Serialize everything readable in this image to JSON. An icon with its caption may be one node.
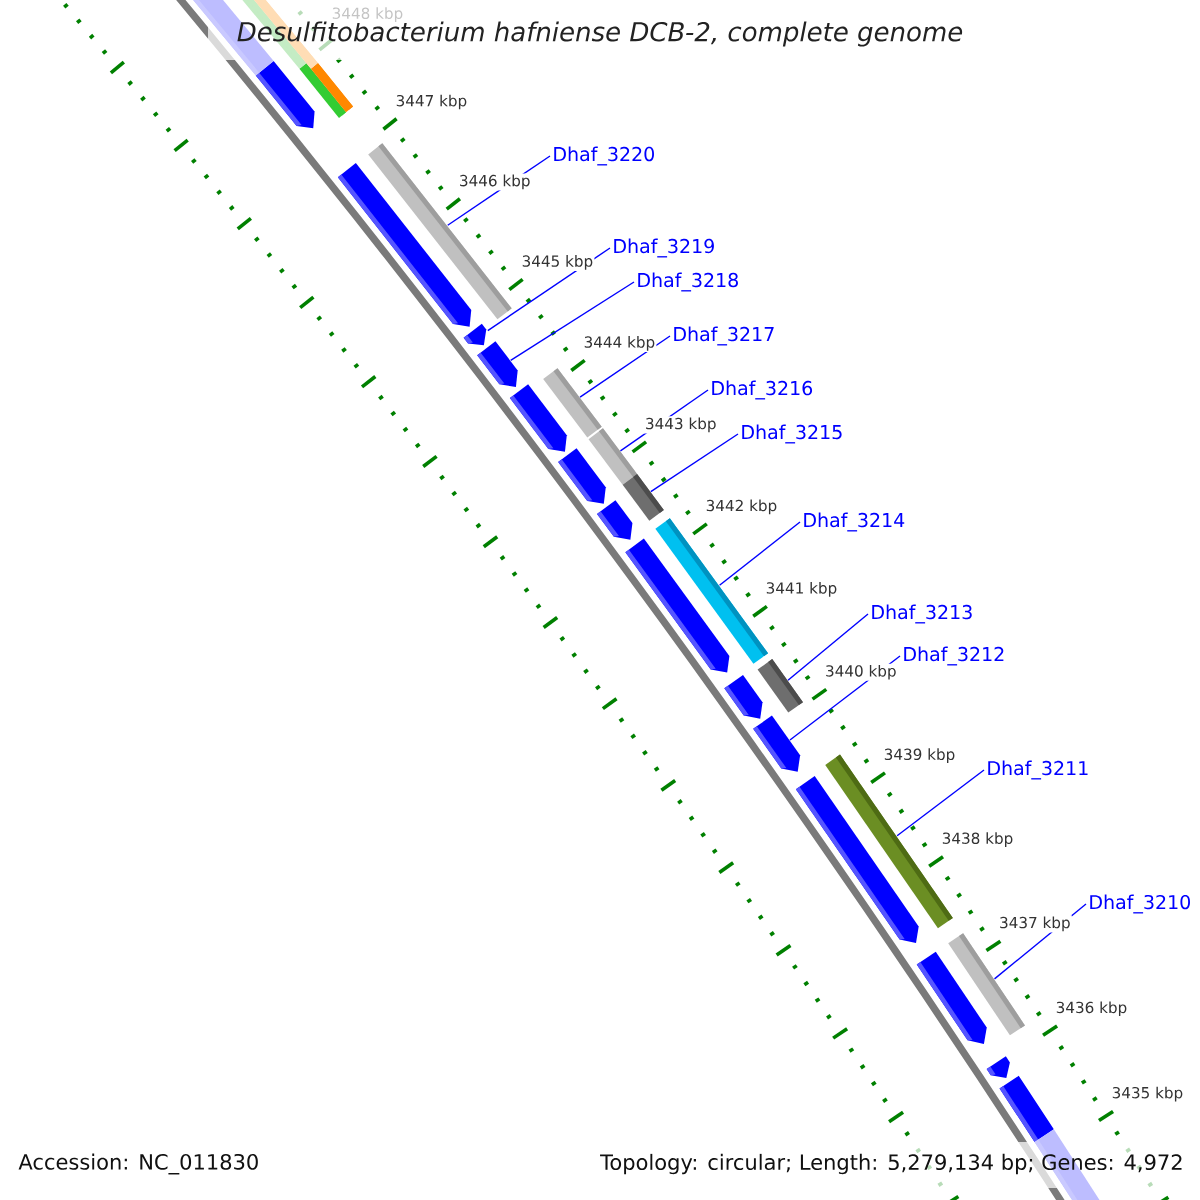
{
  "diagram": {
    "title": "*Desulfitobacterium hafniense* DCB-2, complete genome",
    "nodes": [
      {
        "text": [
          "Dhaf_3220"
        ]
      },
      {
        "text": [
          "Dhaf_3219"
        ]
      },
      {
        "text": [
          "Dhaf_3218"
        ]
      },
      {
        "text": [
          "Dhaf_3217"
        ]
      },
      {
        "text": [
          "Dhaf_3216"
        ]
      },
      {
        "text": [
          "Dhaf_3215"
        ]
      },
      {
        "text": [
          "Dhaf_3214"
        ]
      },
      {
        "text": [
          "Dhaf_3213"
        ]
      },
      {
        "text": [
          "Dhaf_3212"
        ]
      },
      {
        "text": [
          "Dhaf_3211"
        ]
      },
      {
        "text": [
          "Dhaf_3210"
        ]
      },
      {
        "text": [],
        "shape": "pentagon"
      },
      {
        "text": [],
        "shape": "bar"
      },
      {
        "text": [],
        "shape": "bar"
      },
      {
        "text": [],
        "shape": "pentagon"
      },
      {
        "text": [],
        "shape": "bar"
      },
      {
        "text": [],
        "shape": "pentagon"
      },
      {
        "text": [],
        "shape": "pentagon"
      },
      {
        "text": [],
        "shape": "pentagon"
      },
      {
        "text": [],
        "shape": "bar"
      },
      {
        "text": [],
        "shape": "pentagon"
      },
      {
        "text": [],
        "shape": "bar"
      },
      {
        "text": [],
        "shape": "bar"
      },
      {
        "text": [],
        "shape": "pentagon"
      },
      {
        "text": [],
        "shape": "bar"
      },
      {
        "text": [],
        "shape": "pentagon"
      },
      {
        "text": [],
        "shape": "pentagon"
      },
      {
        "text": [],
        "shape": "bar"
      },
      {
        "text": [],
        "shape": "pentagon"
      },
      {
        "text": [],
        "shape": "bar"
      },
      {
        "text": [],
        "shape": "pentagon"
      },
      {
        "text": [],
        "shape": "bar"
      },
      {
        "text": [],
        "shape": "pentagon"
      },
      {
        "text": [],
        "shape": "pentagon"
      },
      {
        "text": [],
        "shape": "pentagon"
      }
    ],
    "edges": [
      {
        "from": 0,
        "to": 15,
        "arrow": "none"
      },
      {
        "from": 1,
        "to": 16,
        "arrow": "none"
      },
      {
        "from": 2,
        "to": 17,
        "arrow": "none"
      },
      {
        "from": 3,
        "to": 19,
        "arrow": "none"
      },
      {
        "from": 4,
        "to": 21,
        "arrow": "none"
      },
      {
        "from": 5,
        "to": 22,
        "arrow": "none"
      },
      {
        "from": 6,
        "to": 24,
        "arrow": "none"
      },
      {
        "from": 7,
        "to": 27,
        "arrow": "none"
      },
      {
        "from": 8,
        "to": 28,
        "arrow": "none"
      },
      {
        "from": 9,
        "to": 29,
        "arrow": "none"
      },
      {
        "from": 10,
        "to": 31,
        "arrow": "none"
      }
    ],
    "labels": [
      "3448 kbp",
      "3447 kbp",
      "3446 kbp",
      "3445 kbp",
      "3444 kbp",
      "3443 kbp",
      "3442 kbp",
      "3441 kbp",
      "3440 kbp",
      "3439 kbp",
      "3438 kbp",
      "3437 kbp",
      "3436 kbp",
      "3435 kbp",
      "Accession: NC_011830",
      "Topology: circular; Length: 5,279,134 bp; Genes: 4,972"
    ]
  }
}
